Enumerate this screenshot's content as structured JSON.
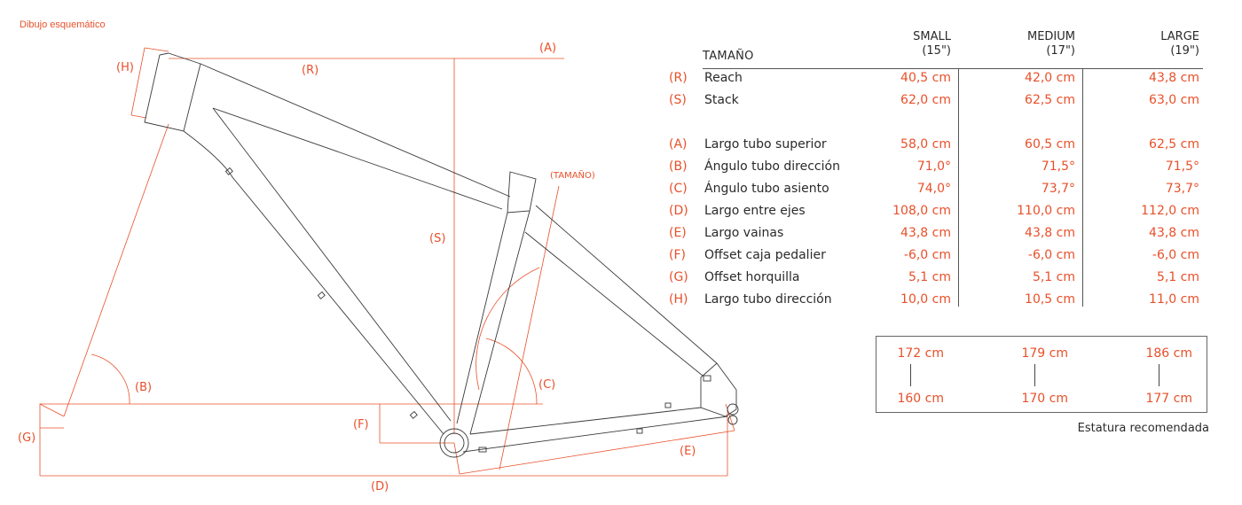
{
  "diagram": {
    "title": "Dibujo esquemático",
    "labels": {
      "A": "(A)",
      "B": "(B)",
      "C": "(C)",
      "D": "(D)",
      "E": "(E)",
      "F": "(F)",
      "G": "(G)",
      "H": "(H)",
      "R": "(R)",
      "S": "(S)",
      "size": "(TAMAÑO)"
    }
  },
  "table": {
    "header_label": "TAMAÑO",
    "sizes": [
      {
        "name": "SMALL",
        "inch": "(15\")"
      },
      {
        "name": "MEDIUM",
        "inch": "(17\")"
      },
      {
        "name": "LARGE",
        "inch": "(19\")"
      }
    ],
    "rows": [
      {
        "code": "(R)",
        "label": "Reach",
        "values": [
          "40,5 cm",
          "42,0 cm",
          "43,8 cm"
        ]
      },
      {
        "code": "(S)",
        "label": "Stack",
        "values": [
          "62,0 cm",
          "62,5 cm",
          "63,0 cm"
        ]
      },
      {
        "code": "(A)",
        "label": "Largo tubo superior",
        "values": [
          "58,0 cm",
          "60,5 cm",
          "62,5 cm"
        ]
      },
      {
        "code": "(B)",
        "label": "Ángulo tubo dirección",
        "values": [
          "71,0°",
          "71,5°",
          "71,5°"
        ]
      },
      {
        "code": "(C)",
        "label": "Ángulo tubo asiento",
        "values": [
          "74,0°",
          "73,7°",
          "73,7°"
        ]
      },
      {
        "code": "(D)",
        "label": "Largo entre ejes",
        "values": [
          "108,0 cm",
          "110,0 cm",
          "112,0 cm"
        ]
      },
      {
        "code": "(E)",
        "label": "Largo vainas",
        "values": [
          "43,8 cm",
          "43,8 cm",
          "43,8 cm"
        ]
      },
      {
        "code": "(F)",
        "label": "Offset caja pedalier",
        "values": [
          "-6,0 cm",
          "-6,0 cm",
          "-6,0 cm"
        ]
      },
      {
        "code": "(G)",
        "label": "Offset horquilla",
        "values": [
          "5,1 cm",
          "5,1 cm",
          "5,1 cm"
        ]
      },
      {
        "code": "(H)",
        "label": "Largo tubo dirección",
        "values": [
          "10,0 cm",
          "10,5 cm",
          "11,0 cm"
        ]
      }
    ]
  },
  "rider_height": {
    "max": [
      "172 cm",
      "179 cm",
      "186 cm"
    ],
    "min": [
      "160 cm",
      "170 cm",
      "177 cm"
    ],
    "caption": "Estatura recomendada"
  },
  "colors": {
    "accent": "#e8502a",
    "line": "#555555"
  }
}
